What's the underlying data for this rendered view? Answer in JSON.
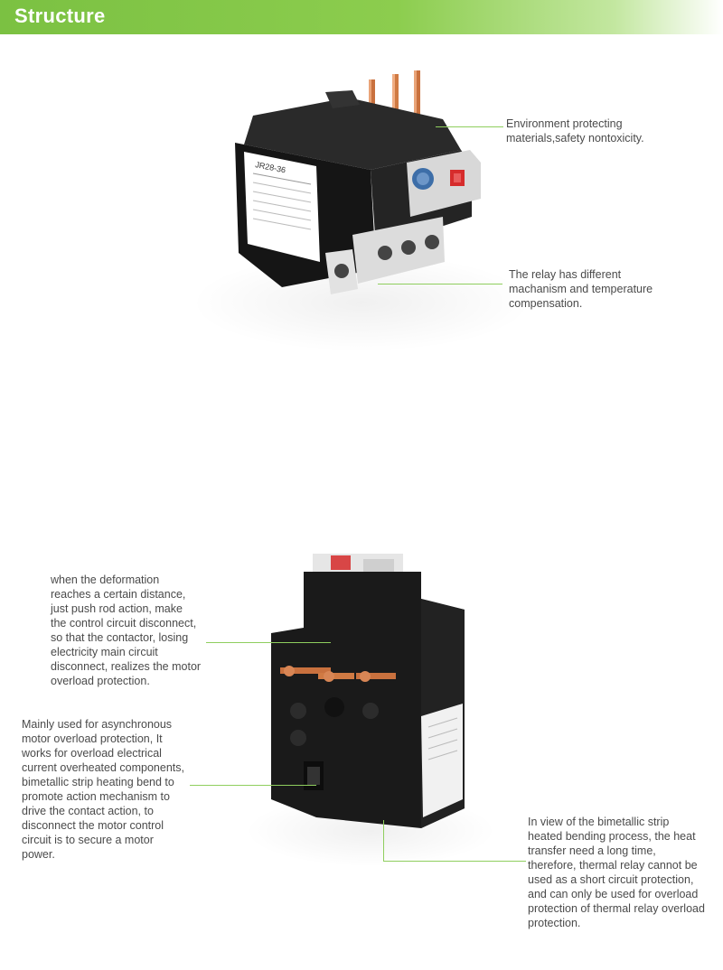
{
  "header": {
    "title": "Structure"
  },
  "relay1": {
    "model_text": "JR28-36",
    "callout_top": "Environment protecting\nmaterials,safety nontoxicity.",
    "callout_bottom": "The relay has different\nmachanism and temperature\ncompensation."
  },
  "relay2": {
    "callout_left_top": " when the deformation\nreaches a certain distance,\njust push rod action, make\nthe control circuit disconnect,\nso that the contactor, losing\nelectricity main circuit\ndisconnect, realizes the motor\noverload protection.",
    "callout_left_bottom": "  Mainly used for asynchronous\nmotor overload protection, It\nworks for overload electrical\ncurrent overheated components,\nbimetallic strip heating bend to\npromote action mechanism to\ndrive the contact action, to\ndisconnect the motor control\ncircuit is to secure a motor\npower.",
    "callout_right_bottom": " In view of the bimetallic strip\nheated bending process, the heat\ntransfer need a long time,\ntherefore, thermal relay cannot be\nused as a short circuit protection,\nand can only be used for overload\nprotection of thermal relay overload\nprotection."
  },
  "colors": {
    "header_green": "#7bc142",
    "leader_line": "#8fce5e",
    "relay_body": "#1c1c1c"
  }
}
